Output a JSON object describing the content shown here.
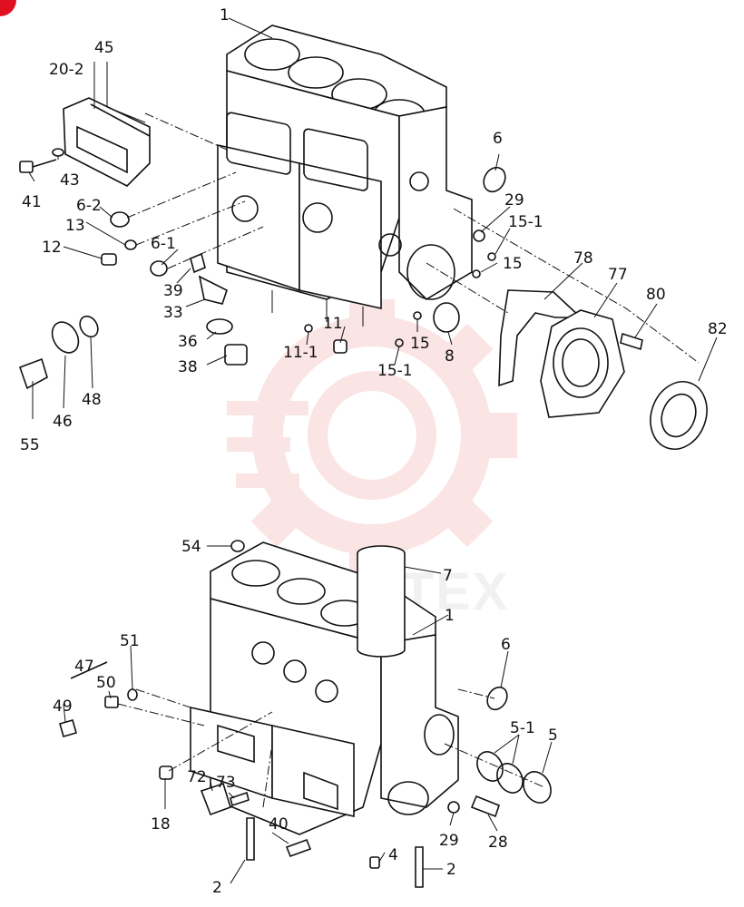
{
  "watermark": {
    "text": "VINTEX",
    "color": "#e84a4a"
  },
  "corner_badge_color": "#e01020",
  "callouts_top": {
    "p1": "1",
    "p45": "45",
    "p20_2": "20-2",
    "p41": "41",
    "p43": "43",
    "p6_2": "6-2",
    "p13": "13",
    "p12": "12",
    "p6_1": "6-1",
    "p39": "39",
    "p33": "33",
    "p36": "36",
    "p38": "38",
    "p11": "11",
    "p11_1": "11-1",
    "p15a": "15",
    "p15_1a": "15-1",
    "p8": "8",
    "p6": "6",
    "p29": "29",
    "p15_1b": "15-1",
    "p15b": "15",
    "p78": "78",
    "p77": "77",
    "p80": "80",
    "p82": "82",
    "p55": "55",
    "p46": "46",
    "p48": "48"
  },
  "callouts_bottom": {
    "p54": "54",
    "p7": "7",
    "p1": "1",
    "p6": "6",
    "p5_1": "5-1",
    "p5": "5",
    "p47": "47",
    "p51": "51",
    "p50": "50",
    "p49": "49",
    "p18": "18",
    "p72": "72",
    "p73": "73",
    "p40": "40",
    "p2a": "2",
    "p4": "4",
    "p2b": "2",
    "p29": "29",
    "p28": "28"
  }
}
